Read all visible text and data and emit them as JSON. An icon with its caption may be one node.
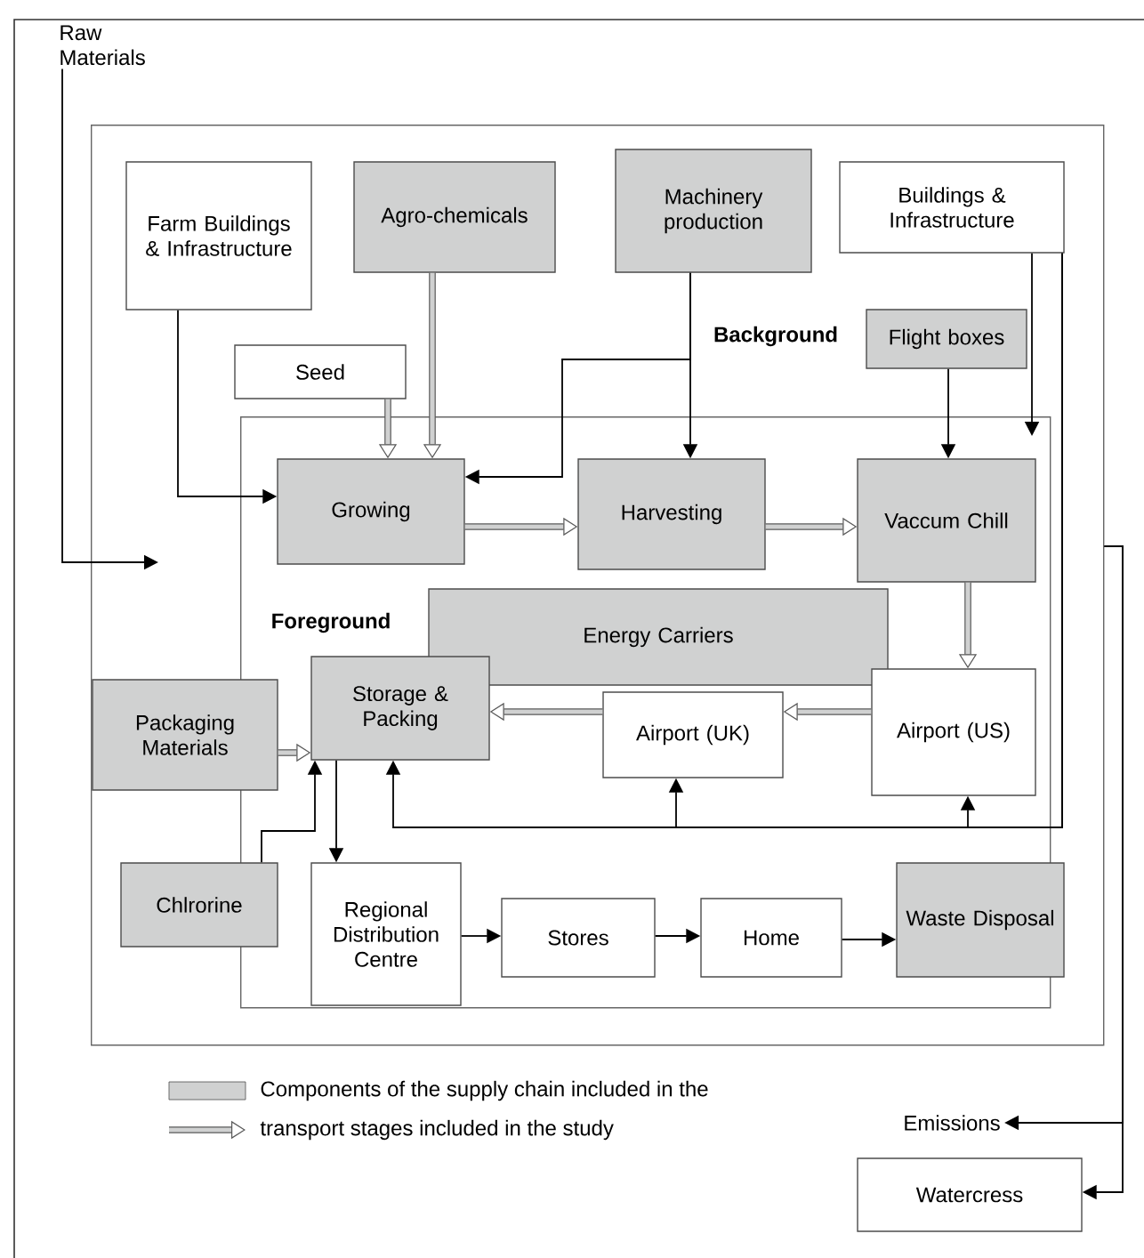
{
  "diagram": {
    "nodes": [
      {
        "text": [
          "Raw Materials"
        ]
      },
      {
        "text": [
          "Background"
        ]
      },
      {
        "text": [
          "Farm Buildings & Infrastructure"
        ],
        "in": 1
      },
      {
        "text": [
          "Agro-chemicals"
        ],
        "in": 1
      },
      {
        "text": [
          "Machinery production"
        ],
        "in": 1
      },
      {
        "text": [
          "Buildings & Infrastructure"
        ],
        "in": 1
      },
      {
        "text": [
          "Flight boxes"
        ],
        "in": 1
      },
      {
        "text": [
          "Seed"
        ],
        "in": 1
      },
      {
        "text": [
          "Foreground"
        ],
        "in": 1
      },
      {
        "text": [
          "Growing"
        ],
        "in": 8
      },
      {
        "text": [
          "Harvesting"
        ],
        "in": 8
      },
      {
        "text": [
          "Vaccum Chill"
        ],
        "in": 8
      },
      {
        "text": [
          "Energy Carriers"
        ],
        "in": 8
      },
      {
        "text": [
          "Storage & Packing"
        ],
        "in": 8
      },
      {
        "text": [
          "Airport (UK)"
        ],
        "in": 8
      },
      {
        "text": [
          "Airport (US)"
        ],
        "in": 8
      },
      {
        "text": [
          "Packaging Materials"
        ],
        "in": 1
      },
      {
        "text": [
          "Chlrorine"
        ],
        "in": 1
      },
      {
        "text": [
          "Regional Distribution Centre"
        ],
        "in": 8
      },
      {
        "text": [
          "Stores"
        ],
        "in": 8
      },
      {
        "text": [
          "Home"
        ],
        "in": 8
      },
      {
        "text": [
          "Waste Disposal"
        ],
        "in": 1
      },
      {
        "text": [
          "Emissions"
        ]
      },
      {
        "text": [
          "Watercress"
        ]
      }
    ],
    "edges": [
      {
        "from": 0,
        "to": 1,
        "arrow": "to"
      },
      {
        "from": 2,
        "to": 9,
        "arrow": "to"
      },
      {
        "from": 3,
        "to": 9,
        "arrow": "to",
        "style": "thick"
      },
      {
        "from": 7,
        "to": 9,
        "arrow": "to",
        "style": "thick"
      },
      {
        "from": 4,
        "to": 9,
        "arrow": "to"
      },
      {
        "from": 4,
        "to": 10,
        "arrow": "to"
      },
      {
        "from": 6,
        "to": 11,
        "arrow": "to"
      },
      {
        "from": 5,
        "to": 8,
        "arrow": "to"
      },
      {
        "from": 5,
        "to": 13,
        "arrow": "to"
      },
      {
        "from": 5,
        "to": 14,
        "arrow": "to"
      },
      {
        "from": 5,
        "to": 15,
        "arrow": "to"
      },
      {
        "from": 9,
        "to": 10,
        "arrow": "to",
        "style": "thick"
      },
      {
        "from": 10,
        "to": 11,
        "arrow": "to",
        "style": "thick"
      },
      {
        "from": 11,
        "to": 15,
        "arrow": "to",
        "style": "thick"
      },
      {
        "from": 15,
        "to": 14,
        "arrow": "to",
        "style": "thick"
      },
      {
        "from": 14,
        "to": 13,
        "arrow": "to",
        "style": "thick"
      },
      {
        "from": 16,
        "to": 13,
        "arrow": "to",
        "style": "thick"
      },
      {
        "from": 17,
        "to": 13,
        "arrow": "to"
      },
      {
        "from": 13,
        "to": 18,
        "arrow": "to"
      },
      {
        "from": 18,
        "to": 19,
        "arrow": "to"
      },
      {
        "from": 19,
        "to": 20,
        "arrow": "to"
      },
      {
        "from": 20,
        "to": 21,
        "arrow": "to"
      },
      {
        "from": 1,
        "to": 22,
        "arrow": "to"
      },
      {
        "from": 1,
        "to": 23,
        "arrow": "to"
      }
    ],
    "legend": [
      {
        "text": "Components of the supply chain included in the",
        "color": "#d0d1d1"
      },
      {
        "text": "transport stages included in the study"
      }
    ]
  }
}
